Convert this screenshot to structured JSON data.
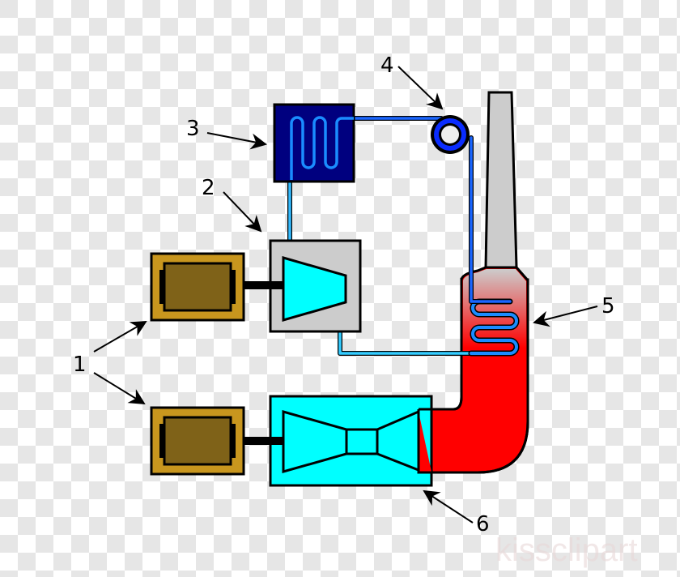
{
  "title": "Combined cycle power plant diagram",
  "labels": {
    "generators": "1",
    "steam_turbine": "2",
    "condenser": "3",
    "pump": "4",
    "heat_recovery_steam_generator": "5",
    "gas_turbine": "6"
  },
  "watermark": "kissclipart",
  "colors": {
    "checker_light": "#ffffff",
    "checker_dark": "#e6e6e6",
    "generator_outer": "#c8961e",
    "generator_inner": "#7f6218",
    "turbine": "#00ffff",
    "housing_gray": "#cccccc",
    "condenser": "#00007f",
    "pipe_cool": "#33bbff",
    "pipe_blue": "#1a6cff",
    "exhaust_red": "#ff0000"
  }
}
